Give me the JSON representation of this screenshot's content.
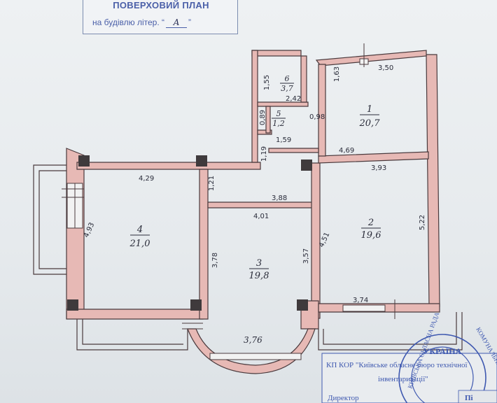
{
  "header": {
    "title": "ПОВЕРХОВИЙ ПЛАН",
    "subtitle_prefix": "на будівлю літер.",
    "quote_open": "“",
    "quote_close": "”",
    "letter": "А"
  },
  "rooms": [
    {
      "number": "1",
      "area": "20,7"
    },
    {
      "number": "2",
      "area": "19,6"
    },
    {
      "number": "3",
      "area": "19,8"
    },
    {
      "number": "4",
      "area": "21,0"
    },
    {
      "number": "5",
      "area": "1,2"
    },
    {
      "number": "6",
      "area": "3,7"
    }
  ],
  "dimensions": {
    "d_155": "1,55",
    "d_242": "2,42",
    "d_163": "1,63",
    "d_350": "3,50",
    "d_089": "0,89",
    "d_098": "0,98",
    "d_159": "1,59",
    "d_119": "1,19",
    "d_129": "4,29",
    "d_121": "1,21",
    "d_469": "4,69",
    "d_393": "3,93",
    "d_388": "3,88",
    "d_401": "4,01",
    "d_493": "4,93",
    "d_378": "3,78",
    "d_357": "3,57",
    "d_451": "4,51",
    "d_522": "5,22",
    "d_374": "3,74",
    "d_376": "3,76"
  },
  "stamp": {
    "box_line1": "КП КОР \"Київське обласне бюро технічної",
    "box_line2": "інвентаризації\"",
    "box_line3": "Директор",
    "seal_text": "УКРАЇНА",
    "seal_ring": "КИЇВСЬКА ОБЛАСНА РАДА",
    "seal_ring2": "КОМУНАЛЬНЕ ПІДПРИЄМСТВО",
    "corner": "Пі"
  },
  "colors": {
    "wall_fill": "#e7b9b5",
    "wall_stroke": "#4a3a3d",
    "column_fill": "#3f3a3c",
    "header_blue": "#4a5fa8",
    "stamp_blue": "#3f59b0"
  }
}
